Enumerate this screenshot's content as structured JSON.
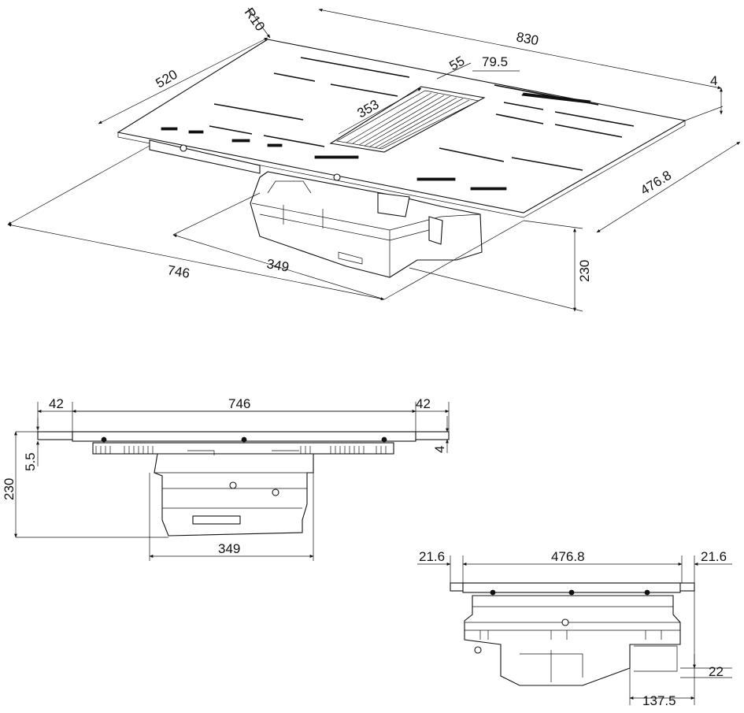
{
  "isometric_view": {
    "dim_radius": "R10",
    "dim_depth": "520",
    "dim_width": "830",
    "dim_glass_thickness": "4",
    "dim_vent_offset": "55",
    "dim_vent_width": "79.5",
    "dim_vent_length": "353",
    "dim_cutout_depth": "476.8",
    "dim_cutout_width": "746",
    "dim_body_width": "349",
    "dim_height": "230"
  },
  "front_view": {
    "dim_left_margin": "42",
    "dim_cutout_width": "746",
    "dim_right_margin": "42",
    "dim_glass_thickness": "4",
    "dim_frame_height": "5.5",
    "dim_total_height": "230",
    "dim_body_width": "349"
  },
  "side_view": {
    "dim_left_margin": "21.6",
    "dim_cutout_depth": "476.8",
    "dim_right_margin": "21.6",
    "dim_rear_offset": "22",
    "dim_body_offset": "137.5"
  }
}
